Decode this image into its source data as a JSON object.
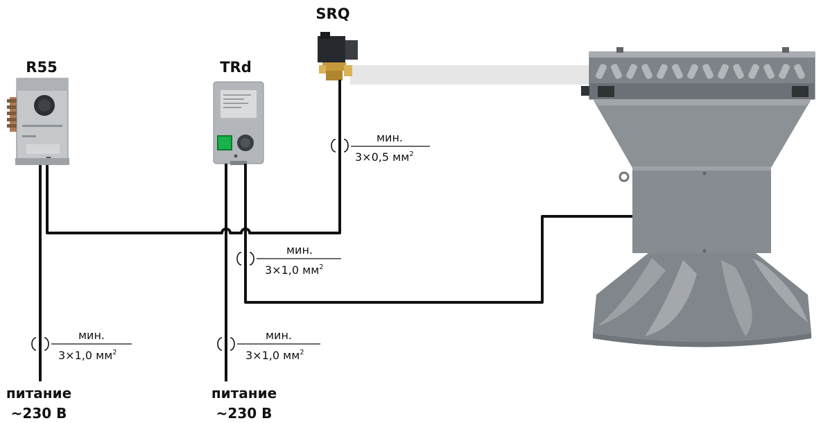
{
  "devices": {
    "r55": {
      "name": "R55"
    },
    "trd": {
      "name": "TRd"
    },
    "srq": {
      "name": "SRQ"
    }
  },
  "cables": [
    {
      "id": "srq",
      "min": "мин.",
      "spec": "3×0,5 мм",
      "sup": "2"
    },
    {
      "id": "trd-heater",
      "min": "мин.",
      "spec": "3×1,0 мм",
      "sup": "2"
    },
    {
      "id": "r55-power",
      "min": "мин.",
      "spec": "3×1,0 мм",
      "sup": "2"
    },
    {
      "id": "trd-power",
      "min": "мин.",
      "spec": "3×1,0 мм",
      "sup": "2"
    }
  ],
  "power": [
    {
      "line1": "питание",
      "line2": "~230 В"
    },
    {
      "line1": "питание",
      "line2": "~230 В"
    }
  ],
  "colors": {
    "wire": "#111111",
    "heater_body": "#8c9196",
    "heater_dark": "#6f757b",
    "device_panel": "#b9bcc0",
    "valve_duct": "#e6e6e6"
  }
}
